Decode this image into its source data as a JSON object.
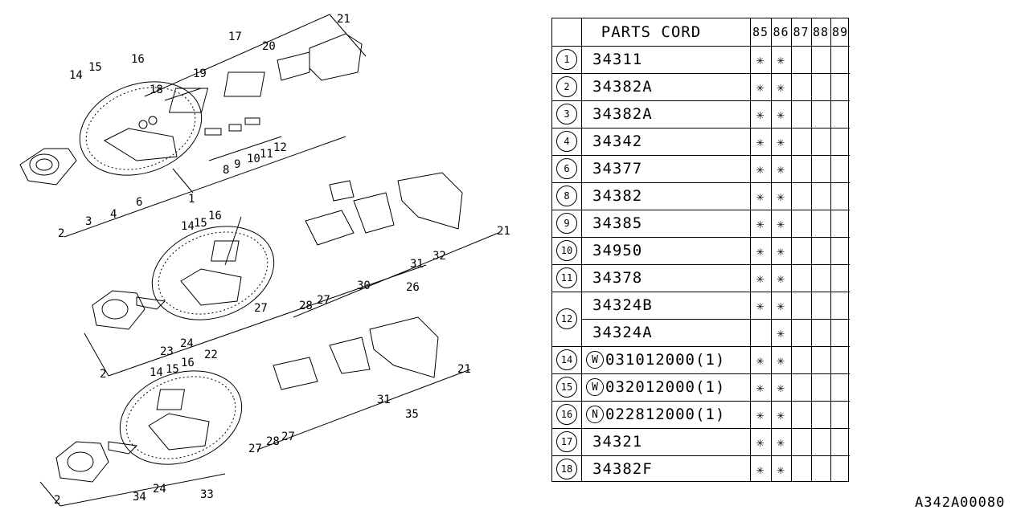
{
  "table": {
    "header": "PARTS CORD",
    "years": [
      "85",
      "86",
      "87",
      "88",
      "89"
    ],
    "rows": [
      {
        "ref": "1",
        "parts": [
          {
            "prefix": "",
            "code": "34311",
            "marks": [
              "*",
              "*",
              "",
              "",
              ""
            ]
          }
        ]
      },
      {
        "ref": "2",
        "parts": [
          {
            "prefix": "",
            "code": "34382A",
            "marks": [
              "*",
              "*",
              "",
              "",
              ""
            ]
          }
        ]
      },
      {
        "ref": "3",
        "parts": [
          {
            "prefix": "",
            "code": "34382A",
            "marks": [
              "*",
              "*",
              "",
              "",
              ""
            ]
          }
        ]
      },
      {
        "ref": "4",
        "parts": [
          {
            "prefix": "",
            "code": "34342",
            "marks": [
              "*",
              "*",
              "",
              "",
              ""
            ]
          }
        ]
      },
      {
        "ref": "6",
        "parts": [
          {
            "prefix": "",
            "code": "34377",
            "marks": [
              "*",
              "*",
              "",
              "",
              ""
            ]
          }
        ]
      },
      {
        "ref": "8",
        "parts": [
          {
            "prefix": "",
            "code": "34382",
            "marks": [
              "*",
              "*",
              "",
              "",
              ""
            ]
          }
        ]
      },
      {
        "ref": "9",
        "parts": [
          {
            "prefix": "",
            "code": "34385",
            "marks": [
              "*",
              "*",
              "",
              "",
              ""
            ]
          }
        ]
      },
      {
        "ref": "10",
        "parts": [
          {
            "prefix": "",
            "code": "34950",
            "marks": [
              "*",
              "*",
              "",
              "",
              ""
            ]
          }
        ]
      },
      {
        "ref": "11",
        "parts": [
          {
            "prefix": "",
            "code": "34378",
            "marks": [
              "*",
              "*",
              "",
              "",
              ""
            ]
          }
        ]
      },
      {
        "ref": "12",
        "parts": [
          {
            "prefix": "",
            "code": "34324B",
            "marks": [
              "*",
              "*",
              "",
              "",
              ""
            ]
          },
          {
            "prefix": "",
            "code": "34324A",
            "marks": [
              "",
              "*",
              "",
              "",
              ""
            ]
          }
        ]
      },
      {
        "ref": "14",
        "parts": [
          {
            "prefix": "W",
            "code": "031012000(1)",
            "marks": [
              "*",
              "*",
              "",
              "",
              ""
            ]
          }
        ]
      },
      {
        "ref": "15",
        "parts": [
          {
            "prefix": "W",
            "code": "032012000(1)",
            "marks": [
              "*",
              "*",
              "",
              "",
              ""
            ]
          }
        ]
      },
      {
        "ref": "16",
        "parts": [
          {
            "prefix": "N",
            "code": "022812000(1)",
            "marks": [
              "*",
              "*",
              "",
              "",
              ""
            ]
          }
        ]
      },
      {
        "ref": "17",
        "parts": [
          {
            "prefix": "",
            "code": "34321",
            "marks": [
              "*",
              "*",
              "",
              "",
              ""
            ]
          }
        ]
      },
      {
        "ref": "18",
        "parts": [
          {
            "prefix": "",
            "code": "34382F",
            "marks": [
              "*",
              "*",
              "",
              "",
              ""
            ]
          }
        ]
      }
    ]
  },
  "diagram": {
    "callouts": [
      "21",
      "17",
      "20",
      "19",
      "18",
      "16",
      "15",
      "14",
      "12",
      "11",
      "10",
      "9",
      "8",
      "1",
      "6",
      "4",
      "3",
      "2",
      "21",
      "32",
      "31",
      "26",
      "30",
      "27",
      "28",
      "27",
      "16",
      "15",
      "14",
      "24",
      "23",
      "2",
      "21",
      "22",
      "16",
      "15",
      "14",
      "31",
      "35",
      "27",
      "28",
      "27",
      "24",
      "34",
      "33",
      "2"
    ]
  },
  "footer_code": "A342A00080"
}
